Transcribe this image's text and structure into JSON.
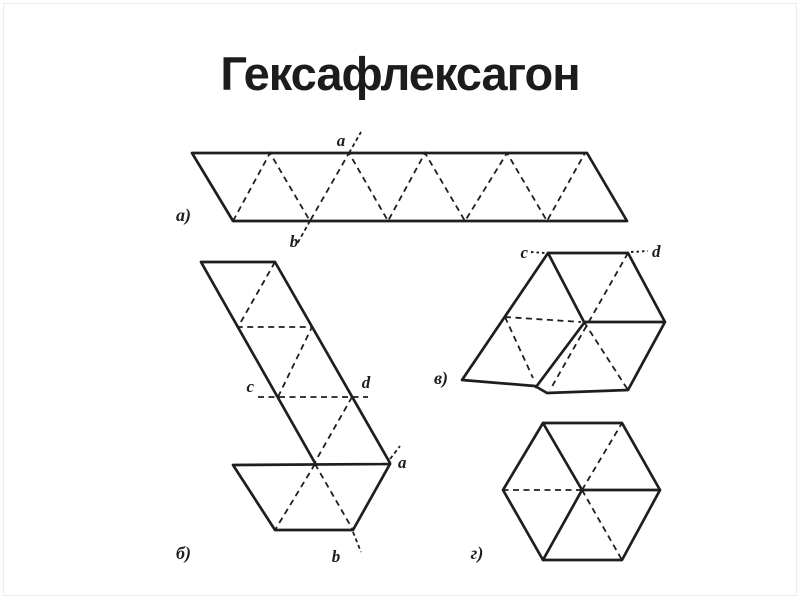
{
  "title": "Гексафлексагон",
  "figure_labels": {
    "a": "а)",
    "b": "б)",
    "v": "в)",
    "g": "г)"
  },
  "point_labels": {
    "a": "a",
    "b": "b",
    "c": "c",
    "d": "d"
  },
  "colors": {
    "ink": "#1e1e1e",
    "background": "#ffffff",
    "frame_border": "#ededec"
  }
}
